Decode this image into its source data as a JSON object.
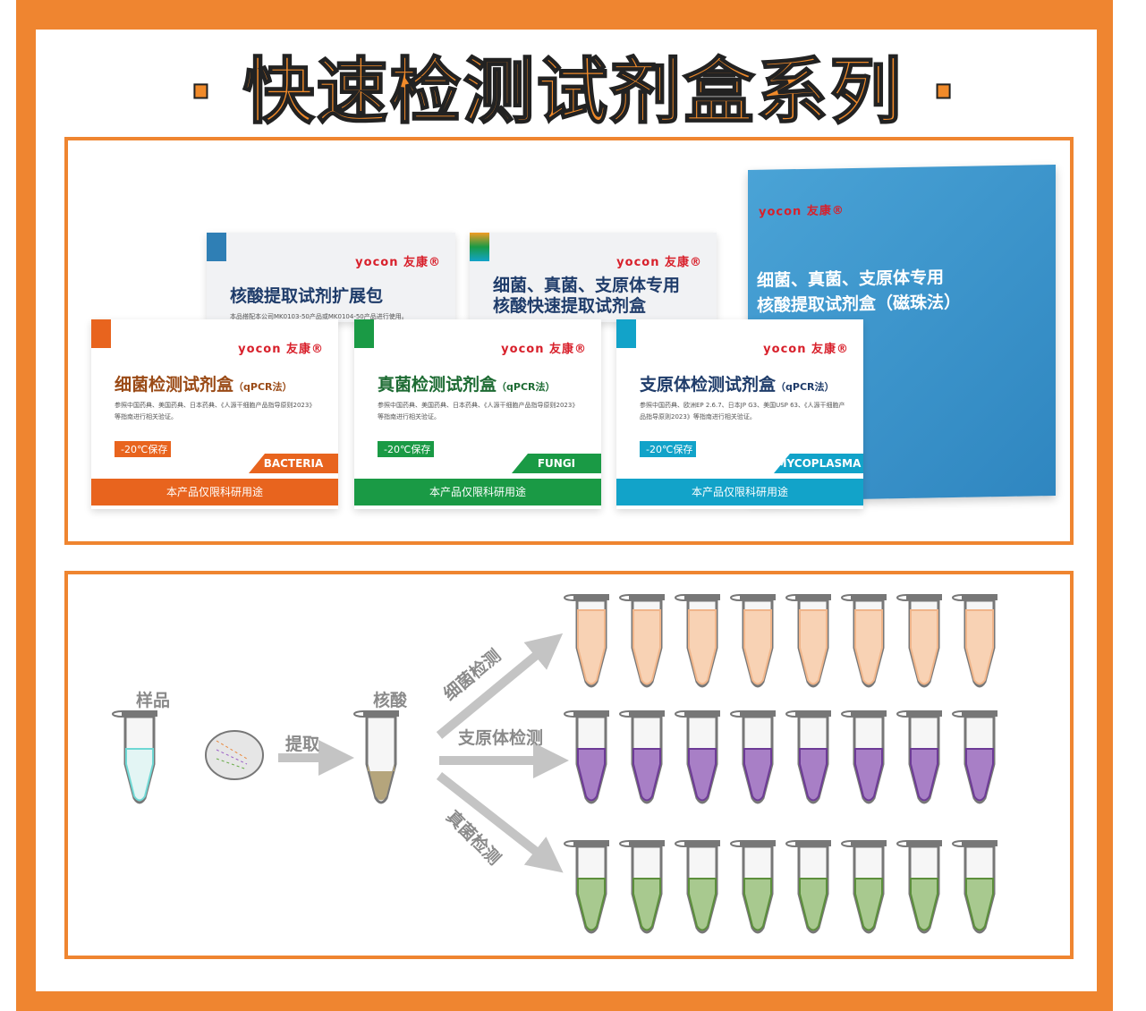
{
  "title": "· 快速检测试剂盒系列 ·",
  "products": {
    "logo": "yocon 友康®",
    "ext": {
      "name": "核酸提取试剂扩展包",
      "desc": "本品搭配本公司MK0103-50产品或MK0104-50产品进行使用。"
    },
    "rapid": {
      "name": "细菌、真菌、支原体专用 核酸快速提取试剂盒"
    },
    "magnetic": {
      "line1": "细菌、真菌、支原体专用",
      "line2": "核酸提取试剂盒（磁珠法）"
    },
    "kits": [
      {
        "name": "细菌检测试剂盒",
        "method": "（qPCR法）",
        "desc": "参照中国药典、美国药典、日本药典、《人源干细胞产品指导原则2023》等指南进行相关验证。",
        "temp": "-20℃保存",
        "eng": "BACTERIA",
        "bar": "本产品仅限科研用途",
        "color": "#e8641e",
        "text": "#9a4a16"
      },
      {
        "name": "真菌检测试剂盒",
        "method": "（qPCR法）",
        "desc": "参照中国药典、美国药典、日本药典、《人源干细胞产品指导原则2023》等指南进行相关验证。",
        "temp": "-20℃保存",
        "eng": "FUNGI",
        "bar": "本产品仅限科研用途",
        "color": "#1a9a45",
        "text": "#1d6b33"
      },
      {
        "name": "支原体检测试剂盒",
        "method": "（qPCR法）",
        "desc": "参照中国药典、欧洲EP 2.6.7、日本JP G3、美国USP 63、《人源干细胞产品指导原则2023》等指南进行相关验证。",
        "temp": "-20℃保存",
        "eng": "MYCOPLASMA",
        "bar": "本产品仅限科研用途",
        "color": "#12a3c9",
        "text": "#1f3c6a"
      }
    ]
  },
  "workflow": {
    "sample": "样品",
    "extract": "提取",
    "nucleic": "核酸",
    "bacteria": "细菌检测",
    "mycoplasma": "支原体检测",
    "fungi": "真菌检测",
    "colors": {
      "sample": "#e3f5f4",
      "nucleic": "#b5a57c",
      "bacteria": "#f8d2b4",
      "mycoplasma": "#a87fc6",
      "fungi": "#a8c98f"
    }
  }
}
